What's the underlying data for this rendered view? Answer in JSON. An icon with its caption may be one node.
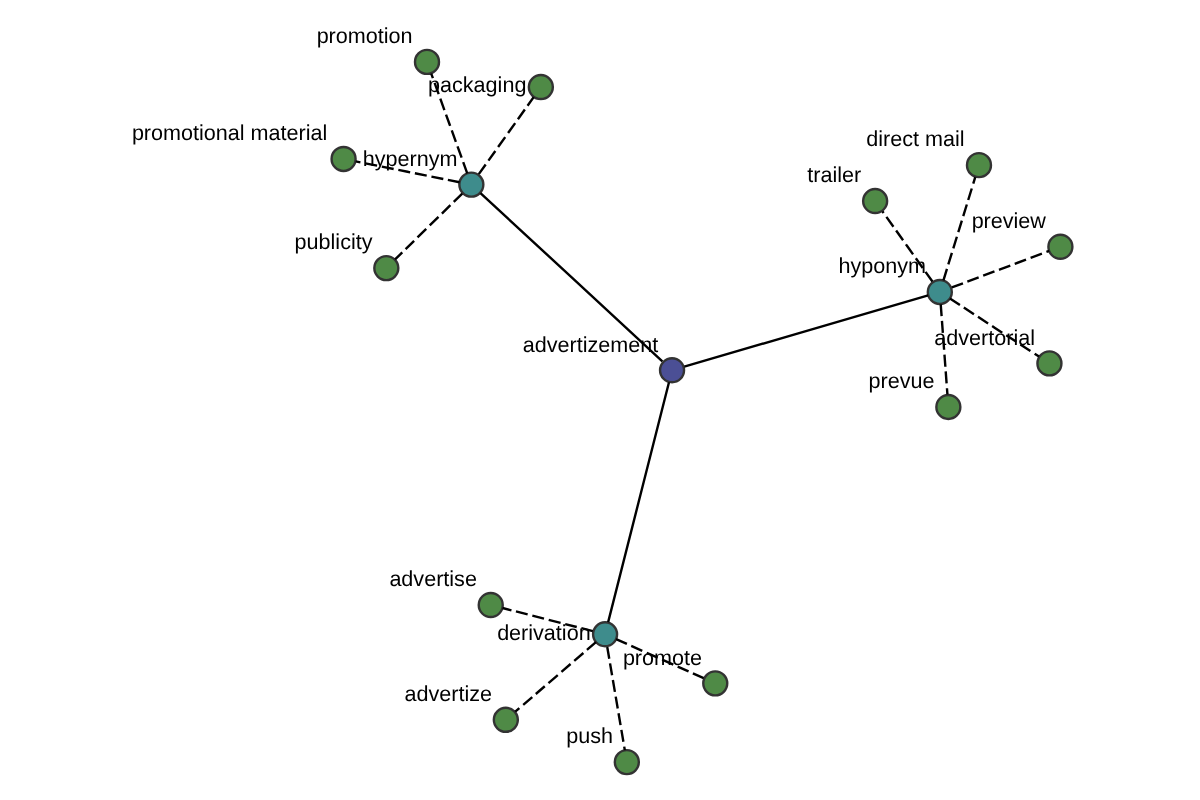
{
  "diagram": {
    "nodes": [
      {
        "text": [
          "promotional material"
        ]
      },
      {
        "text": [
          "packaging"
        ]
      },
      {
        "text": [
          "publicity"
        ]
      },
      {
        "text": [
          "promotion"
        ]
      },
      {
        "text": [
          "hypernym"
        ]
      },
      {
        "text": [
          "advertise"
        ]
      },
      {
        "text": [
          "push"
        ]
      },
      {
        "text": [
          "derivation"
        ]
      },
      {
        "text": [
          "advertize"
        ]
      },
      {
        "text": [
          "advertizement"
        ]
      },
      {
        "text": [
          "promote"
        ]
      },
      {
        "text": [
          "trailer"
        ]
      },
      {
        "text": [
          "hyponym"
        ]
      },
      {
        "text": [
          "preview"
        ]
      },
      {
        "text": [
          "direct mail"
        ]
      },
      {
        "text": [
          "prevue"
        ]
      },
      {
        "text": [
          "advertorial"
        ]
      }
    ],
    "edges": [
      {
        "from": 9,
        "to": 4,
        "arrow": "none"
      },
      {
        "from": 9,
        "to": 7,
        "arrow": "none"
      },
      {
        "from": 9,
        "to": 12,
        "arrow": "none"
      },
      {
        "from": 4,
        "to": 0,
        "arrow": "none",
        "style": "dashed"
      },
      {
        "from": 4,
        "to": 1,
        "arrow": "none",
        "style": "dashed"
      },
      {
        "from": 4,
        "to": 2,
        "arrow": "none",
        "style": "dashed"
      },
      {
        "from": 4,
        "to": 3,
        "arrow": "none",
        "style": "dashed"
      },
      {
        "from": 7,
        "to": 5,
        "arrow": "none",
        "style": "dashed"
      },
      {
        "from": 7,
        "to": 6,
        "arrow": "none",
        "style": "dashed"
      },
      {
        "from": 7,
        "to": 8,
        "arrow": "none",
        "style": "dashed"
      },
      {
        "from": 7,
        "to": 10,
        "arrow": "none",
        "style": "dashed"
      },
      {
        "from": 12,
        "to": 11,
        "arrow": "none",
        "style": "dashed"
      },
      {
        "from": 12,
        "to": 13,
        "arrow": "none",
        "style": "dashed"
      },
      {
        "from": 12,
        "to": 14,
        "arrow": "none",
        "style": "dashed"
      },
      {
        "from": 12,
        "to": 15,
        "arrow": "none",
        "style": "dashed"
      },
      {
        "from": 12,
        "to": 16,
        "arrow": "none",
        "style": "dashed"
      }
    ]
  }
}
